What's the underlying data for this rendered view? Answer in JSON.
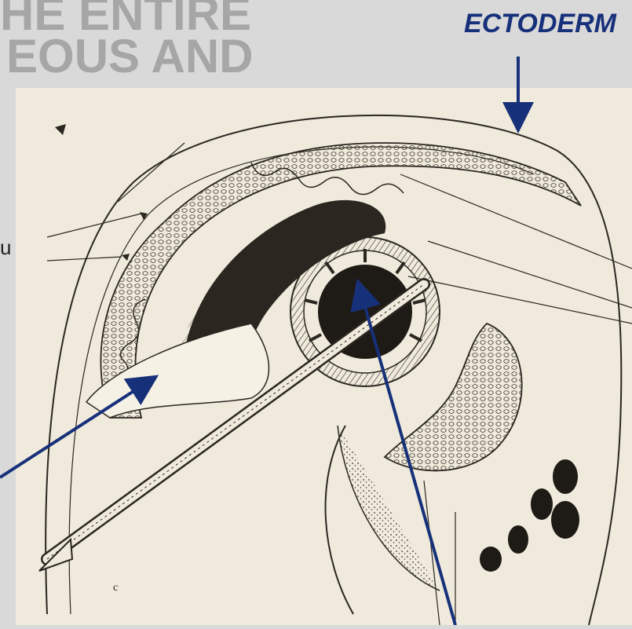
{
  "slide": {
    "title_lines": [
      "HE ENTIRE",
      "EOUS AND"
    ],
    "edge_fragment": "u"
  },
  "labels": {
    "ectoderm": "ECTODERM"
  },
  "figure": {
    "drawing_letter": "c",
    "style": "engraved anatomical cross-section of embryo",
    "colors": {
      "background": "#d9d9d9",
      "title": "#a6a6a6",
      "label": "#17307a",
      "pointer": "#17307a",
      "paper": "#efeadb",
      "ink": "#2b2620"
    }
  },
  "pointers": [
    {
      "name": "ectoderm-pointer"
    },
    {
      "name": "left-region-pointer"
    },
    {
      "name": "center-cavity-pointer"
    }
  ]
}
